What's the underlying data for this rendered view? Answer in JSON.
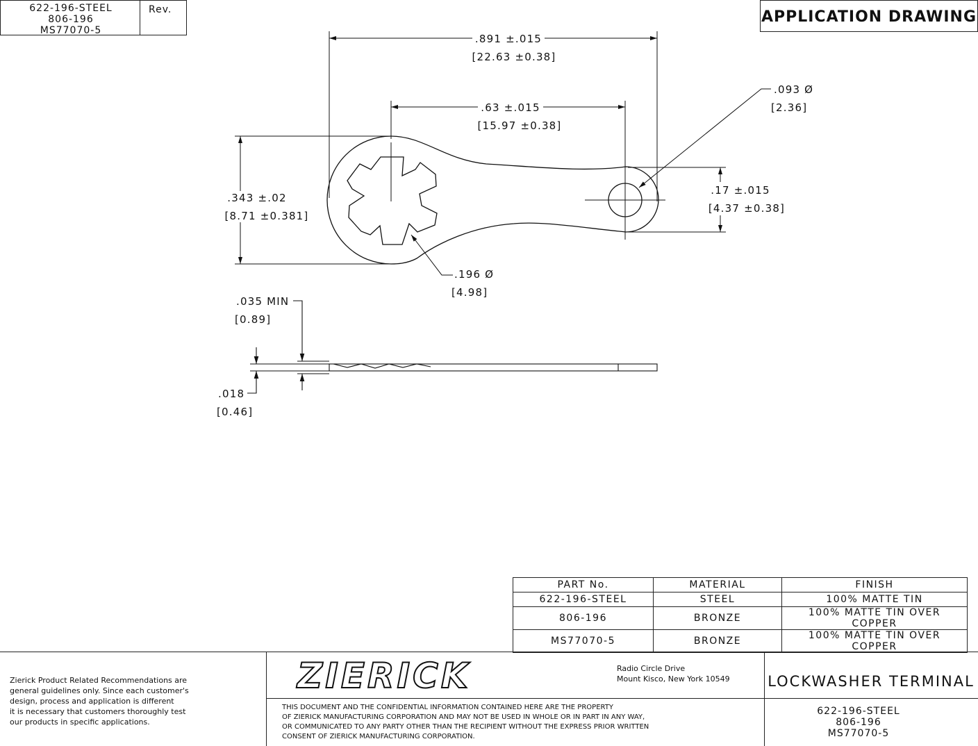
{
  "header": {
    "part_numbers": [
      "622-196-STEEL",
      "806-196",
      "MS77070-5"
    ],
    "rev_label": "Rev.",
    "title": "APPLICATION DRAWING"
  },
  "dimensions": {
    "overall_length": {
      "value": ".891 ±.015",
      "metric": "[22.63 ±0.38]"
    },
    "center_distance": {
      "value": ".63 ±.015",
      "metric": "[15.97 ±0.38]"
    },
    "hole_dia": {
      "value": ".093 Ø",
      "metric": "[2.36]"
    },
    "width": {
      "value": ".343 ±.02",
      "metric": "[8.71 ±0.381]"
    },
    "end_width": {
      "value": ".17 ±.015",
      "metric": "[4.37 ±0.38]"
    },
    "washer_dia": {
      "value": ".196 Ø",
      "metric": "[4.98]"
    },
    "min_thickness": {
      "value": ".035 MIN",
      "metric": "[0.89]"
    },
    "thickness": {
      "value": ".018",
      "metric": "[0.46]"
    }
  },
  "bom": {
    "headers": [
      "PART No.",
      "MATERIAL",
      "FINISH"
    ],
    "rows": [
      [
        "622-196-STEEL",
        "STEEL",
        "100% MATTE TIN"
      ],
      [
        "806-196",
        "BRONZE",
        "100% MATTE TIN OVER COPPER"
      ],
      [
        "MS77070-5",
        "BRONZE",
        "100% MATTE TIN OVER COPPER"
      ]
    ]
  },
  "footer": {
    "disclaimer": [
      "Zierick Product Related Recommendations are",
      "general guidelines only. Since each customer's",
      "design, process and application is different",
      "it is necessary that customers thoroughly test",
      "our products in specific applications."
    ],
    "logo_text": "ZIERICK",
    "address": [
      "Radio Circle Drive",
      "Mount Kisco, New York 10549"
    ],
    "confidential": [
      "THIS DOCUMENT AND THE CONFIDENTIAL INFORMATION CONTAINED HERE ARE THE PROPERTY",
      "OF ZIERICK MANUFACTURING CORPORATION AND MAY NOT BE USED IN WHOLE OR IN PART IN ANY WAY,",
      "OR COMMUNICATED TO ANY PARTY OTHER THAN THE RECIPIENT WITHOUT THE EXPRESS PRIOR WRITTEN",
      "CONSENT OF ZIERICK MANUFACTURING CORPORATION."
    ],
    "product_name": "LOCKWASHER TERMINAL",
    "part_numbers": [
      "622-196-STEEL",
      "806-196",
      "MS77070-5"
    ]
  }
}
